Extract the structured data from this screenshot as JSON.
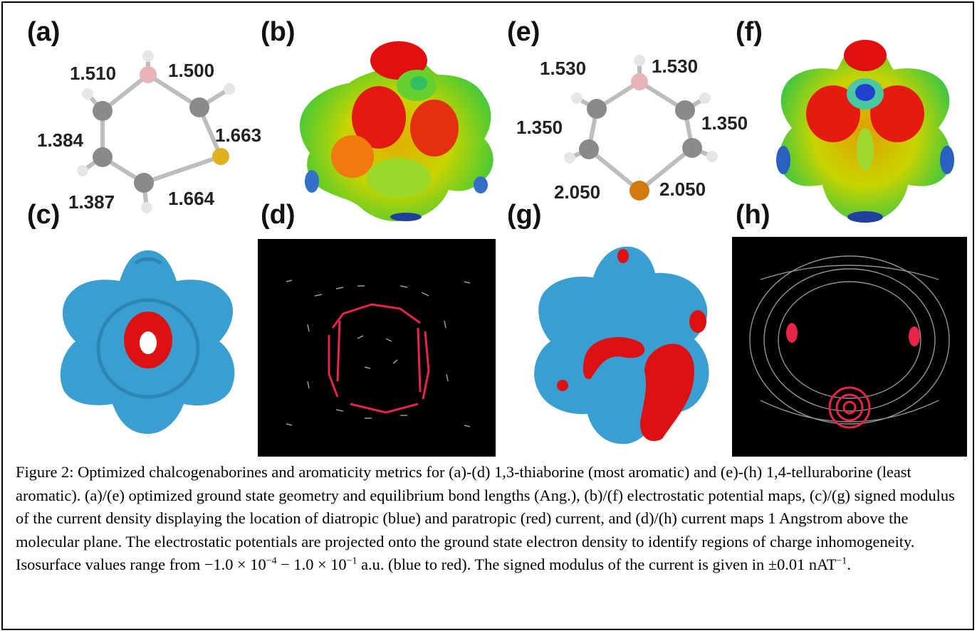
{
  "figure": {
    "panel_labels": {
      "a": "(a)",
      "b": "(b)",
      "c": "(c)",
      "d": "(d)",
      "e": "(e)",
      "f": "(f)",
      "g": "(g)",
      "h": "(h)"
    },
    "panel_a_bonds": {
      "b1": "1.510",
      "b2": "1.500",
      "b3": "1.384",
      "b4": "1.663",
      "b5": "1.387",
      "b6": "1.664"
    },
    "panel_e_bonds": {
      "b1": "1.530",
      "b2": "1.530",
      "b3": "1.350",
      "b4": "1.350",
      "b5": "2.050",
      "b6": "2.050"
    },
    "colors": {
      "boron": "#e8b4b8",
      "carbon": "#8a8a8a",
      "hydrogen": "#e6e6e6",
      "sulfur": "#e0b020",
      "tellurium": "#d07a10",
      "diatropic": "#3a9fd0",
      "paratropic": "#dd1111",
      "current_arrow": "#e8244a"
    }
  },
  "caption": {
    "part1": "Figure 2: Optimized chalcogenaborines and aromaticity metrics for (a)-(d) 1,3-thiaborine (most aromatic) and (e)-(h) 1,4-telluraborine (least aromatic). (a)/(e) optimized ground state geometry and equilibrium bond lengths (Ang.), (b)/(f) electrostatic potential maps, (c)/(g) signed modulus of the current density displaying the location of diatropic (blue) and paratropic (red) current, and (d)/(h) current maps 1 Angstrom above the molecular plane. The electrostatic potentials are projected onto the ground state electron density to identify regions of charge inhomogeneity. Isosurface values range from −1.0 × 10",
    "exp1": "−4",
    "part2": " − 1.0 × 10",
    "exp2": "−1",
    "part3": " a.u. (blue to red). The signed modulus of the current is given in ±0.01 nAT",
    "exp3": "−1",
    "part4": "."
  }
}
